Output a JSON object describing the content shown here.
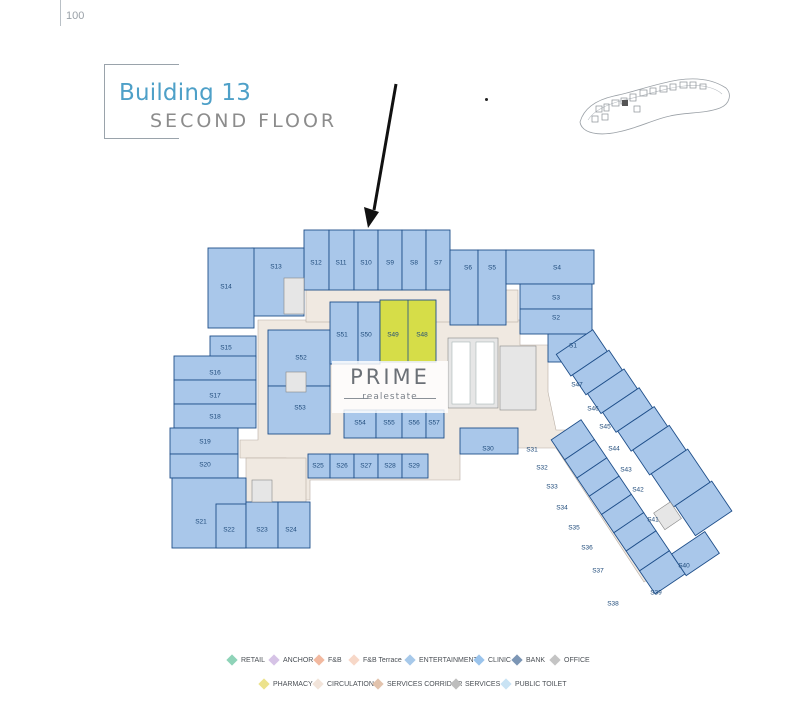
{
  "page_number": "100",
  "title": {
    "building": "Building 13",
    "floor": "SECOND FLOOR"
  },
  "watermark": {
    "brand": "PRIME",
    "tagline": "realestate"
  },
  "colors": {
    "unit_fill": "#a9c7ea",
    "unit_stroke": "#1f4f8a",
    "highlight_fill": "#d6dd48",
    "circulation": "#f0e9e1",
    "services": "#cfcfcf",
    "title_blue": "#4ea0c8"
  },
  "units": {
    "S1": "S1",
    "S2": "S2",
    "S3": "S3",
    "S4": "S4",
    "S5": "S5",
    "S6": "S6",
    "S7": "S7",
    "S8": "S8",
    "S9": "S9",
    "S10": "S10",
    "S11": "S11",
    "S12": "S12",
    "S13": "S13",
    "S14": "S14",
    "S15": "S15",
    "S16": "S16",
    "S17": "S17",
    "S18": "S18",
    "S19": "S19",
    "S20": "S20",
    "S21": "S21",
    "S22": "S22",
    "S23": "S23",
    "S24": "S24",
    "S25": "S25",
    "S26": "S26",
    "S27": "S27",
    "S28": "S28",
    "S29": "S29",
    "S30": "S30",
    "S31": "S31",
    "S32": "S32",
    "S33": "S33",
    "S34": "S34",
    "S35": "S35",
    "S36": "S36",
    "S37": "S37",
    "S38": "S38",
    "S39": "S39",
    "S40": "S40",
    "S41": "S41",
    "S42": "S42",
    "S43": "S43",
    "S44": "S44",
    "S45": "S45",
    "S46": "S46",
    "S47": "S47",
    "S48": "S48",
    "S49": "S49",
    "S50": "S50",
    "S51": "S51",
    "S52": "S52",
    "S53": "S53",
    "S54": "S54",
    "S55": "S55",
    "S56": "S56",
    "S57": "S57"
  },
  "highlighted_unit": "S49",
  "legend": [
    {
      "label": "RETAIL",
      "color": "#8fd3b8"
    },
    {
      "label": "ANCHOR",
      "color": "#d6c3e6"
    },
    {
      "label": "F&B",
      "color": "#f2b9a0"
    },
    {
      "label": "F&B Terrace",
      "color": "#f7d8c8"
    },
    {
      "label": "ENTERTAINMENT",
      "color": "#a7c9ea"
    },
    {
      "label": "CLINIC",
      "color": "#9bc4ec"
    },
    {
      "label": "BANK",
      "color": "#7c96b5"
    },
    {
      "label": "OFFICE",
      "color": "#c4c4c4"
    },
    {
      "label": "PHARMACY",
      "color": "#ece28c"
    },
    {
      "label": "CIRCULATION",
      "color": "#f2e4da"
    },
    {
      "label": "SERVICES CORRIDOR",
      "color": "#e2c3ad"
    },
    {
      "label": "SERVICES",
      "color": "#bdbdbd"
    },
    {
      "label": "PUBLIC TOILET",
      "color": "#c9e3f4"
    }
  ]
}
